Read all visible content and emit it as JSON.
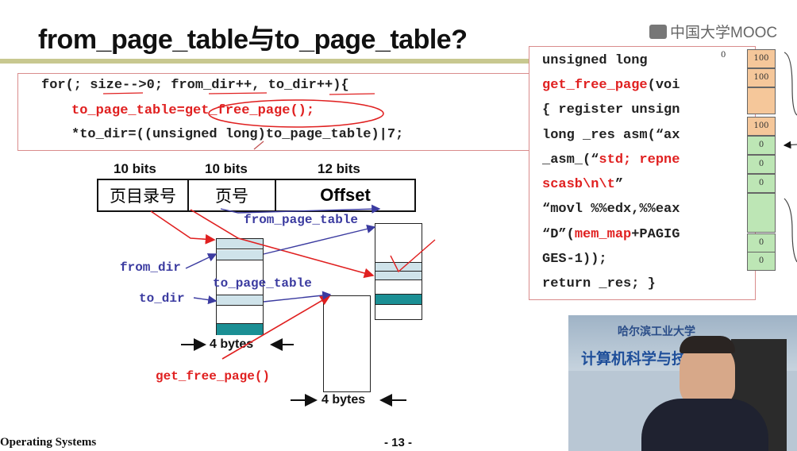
{
  "slide": {
    "title": "from_page_table与to_page_table?",
    "logo": "中国大学MOOC",
    "footer_left": "Operating Systems",
    "footer_center": "- 13 -"
  },
  "code": {
    "line1": "for(; size-->0; from_dir++, to_dir++){",
    "line2": "to_page_table=get_free_page();",
    "line3": "*to_dir=((unsigned long)to_page_table)|7;"
  },
  "diagram": {
    "bits": [
      "10 bits",
      "10 bits",
      "12 bits"
    ],
    "fields": [
      "页目录号",
      "页号",
      "Offset"
    ],
    "from_page_table": "from_page_table",
    "from_dir": "from_dir",
    "to_page_table": "to_page_table",
    "to_dir": "to_dir",
    "get_free_page": "get_free_page()",
    "bytes_left": "4 bytes",
    "bytes_right": "4 bytes"
  },
  "right_code": {
    "l1": "unsigned long",
    "l2a": "get_free_page",
    "l2b": "(voi",
    "l3": "{ register unsign",
    "l4": "long _res asm(“ax",
    "l5a": "_asm_(“",
    "l5b": "std; repne",
    "l6a": "scasb\\n\\t",
    "l6b": "”",
    "l7": "“movl %%edx,%%eax",
    "l8a": "“D”(",
    "l8b": "mem_map",
    "l8c": "+PAGIG",
    "l9": "GES-1));",
    "l10": "return _res; }"
  },
  "mem_map": {
    "zero_label": "0",
    "cells_top": [
      "100",
      "100"
    ],
    "cell_mid": "100",
    "cells_green": [
      "0",
      "0",
      "0"
    ],
    "cells_bottom": [
      "0",
      "0"
    ]
  },
  "video": {
    "banner_top": "哈尔滨工业大学",
    "banner": "计算机科学与技术学院"
  },
  "colors": {
    "red": "#e02020",
    "blue": "#3b3ba0",
    "rule": "#c8c890",
    "teal": "#1b8f94",
    "green_cell": "#bde6b5",
    "orange_cell": "#f5c79a"
  }
}
